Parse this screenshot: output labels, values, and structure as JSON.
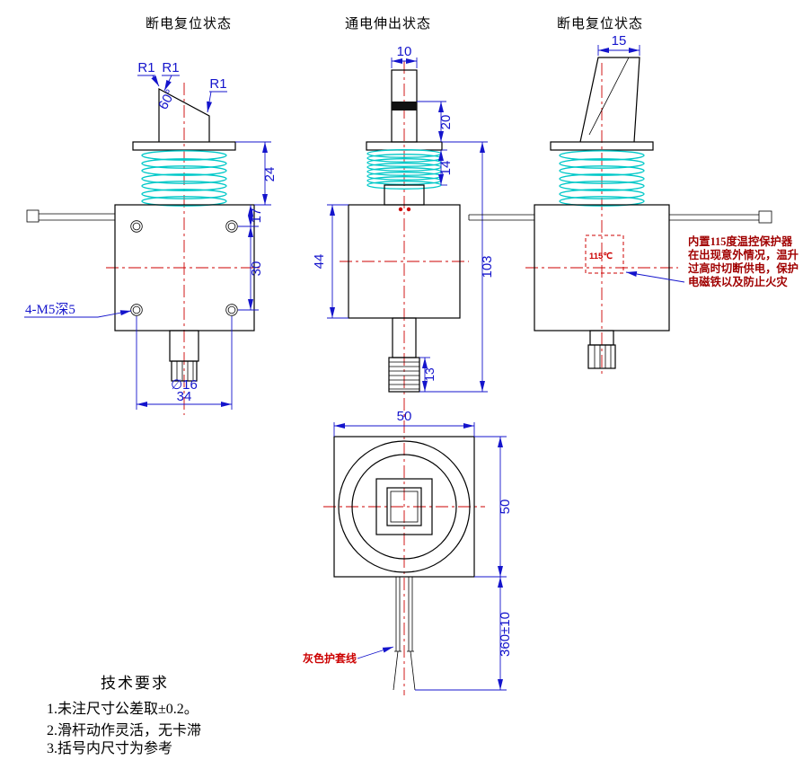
{
  "drawing": {
    "titles": {
      "left": "断电复位状态",
      "middle": "通电伸出状态",
      "right": "断电复位状态"
    },
    "left_view": {
      "r1": "R1",
      "angle": "60°",
      "dim_24": "24",
      "dim_17": "17",
      "dim_30": "30",
      "dim_34": "34",
      "shaft_dia": "∅16",
      "hole_note": "4-M5深5"
    },
    "middle_view": {
      "dim_10": "10",
      "dim_20": "20",
      "dim_14": "14",
      "dim_44": "44",
      "dim_103": "103",
      "dim_13": "13"
    },
    "right_view": {
      "dim_15": "15",
      "thermal_label": "115℃",
      "thermal_note": [
        "内置115度温控保护器",
        "在出现意外情况，温升",
        "过高时切断供电，保护",
        "电磁铁以及防止火灾"
      ]
    },
    "front_view": {
      "dim_width": "50",
      "dim_height": "50",
      "dim_wire": "360±10",
      "wire_note": "灰色护套线"
    },
    "tech_requirements": {
      "heading": "技术要求",
      "items": [
        "1.未注尺寸公差取±0.2。",
        "2.滑杆动作灵活，无卡滞",
        "3.括号内尺寸为参考"
      ]
    }
  }
}
